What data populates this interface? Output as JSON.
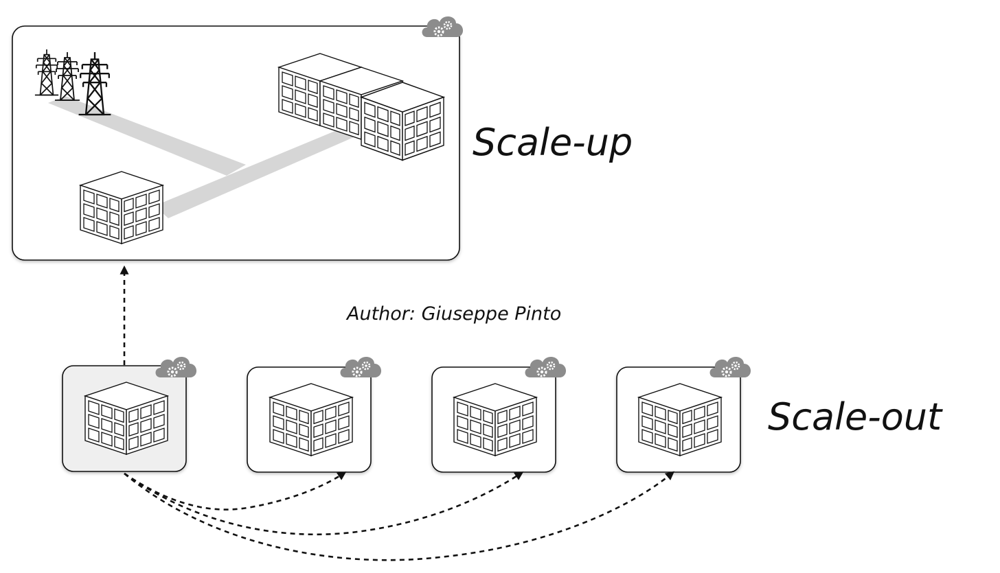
{
  "labels": {
    "scale_up": "Scale-up",
    "scale_out": "Scale-out",
    "author": "Author: Giuseppe Pinto"
  },
  "icons": {
    "gear_cloud": "gear-cloud-icon",
    "pylon": "transmission-tower-icon",
    "building": "building-icon"
  },
  "colors": {
    "highlight": "#bfdcf2",
    "road": "#d6d6d6",
    "gear_cloud": "#8c8c8c",
    "shaded_panel": "#efefef"
  }
}
